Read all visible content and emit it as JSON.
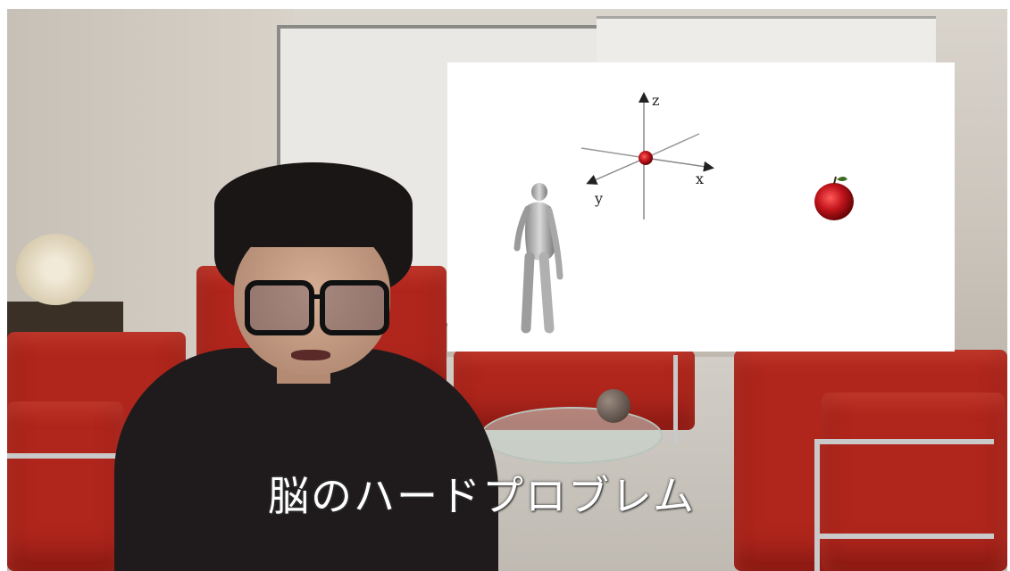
{
  "caption": "脳のハードプロブレム",
  "slide": {
    "axis_labels": {
      "z": "z",
      "x": "x",
      "y": "y"
    },
    "objects": [
      "human-figure",
      "small-apple-at-origin",
      "large-apple"
    ]
  },
  "colors": {
    "sofa": "#b0261c",
    "apple": "#c0141a",
    "caption_text": "#ffffff",
    "slide_background": "#ffffff"
  }
}
